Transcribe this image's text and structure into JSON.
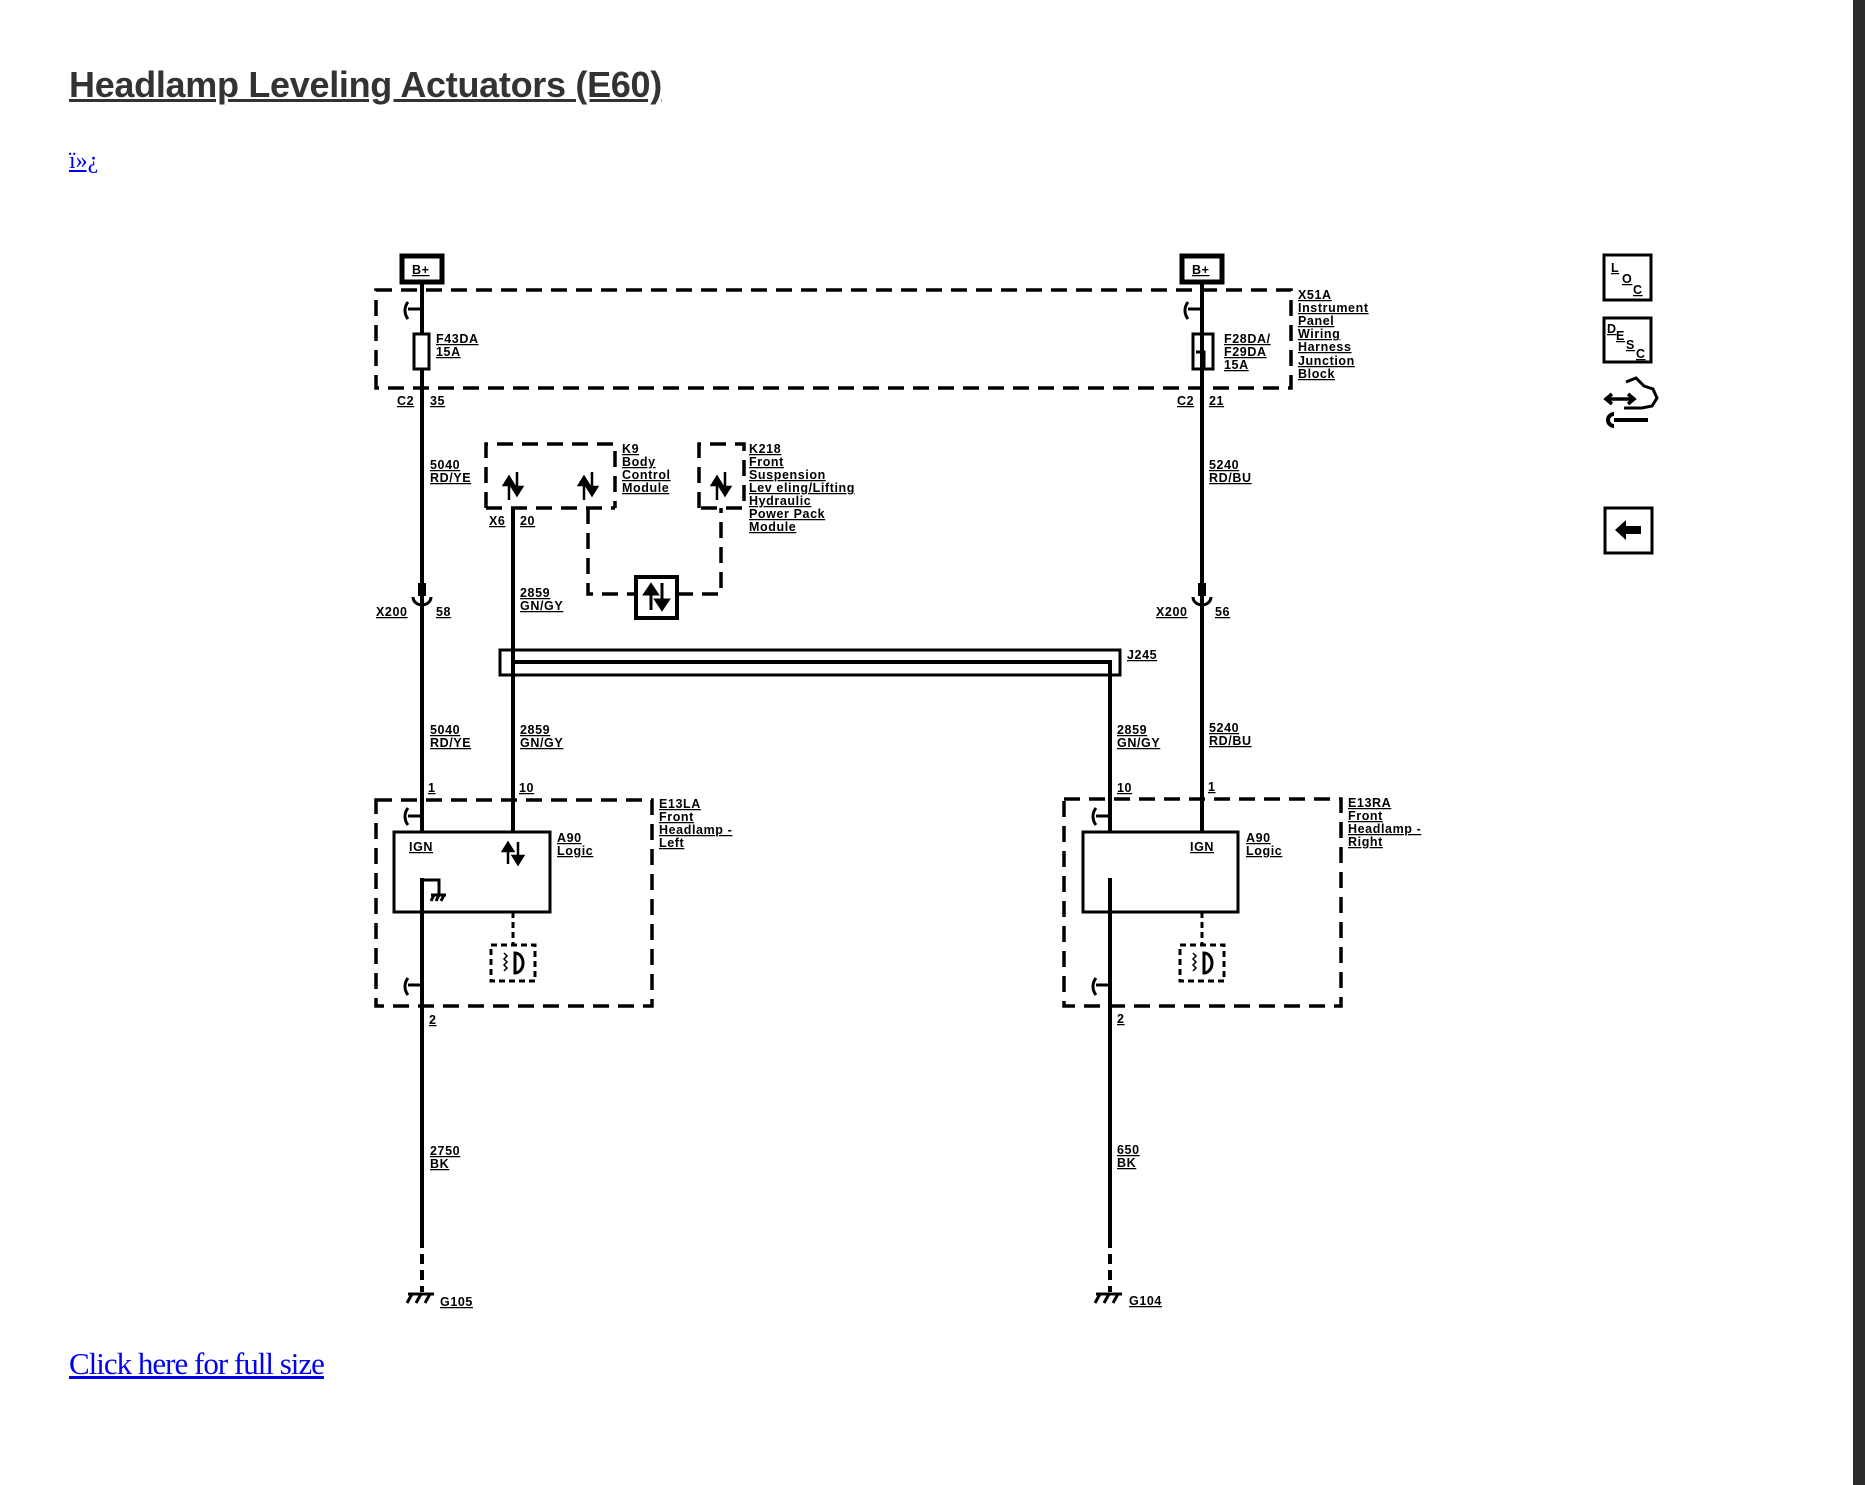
{
  "page": {
    "title": "Headlamp Leveling Actuators (E60)",
    "bom_link": "ï»¿",
    "full_size_link": "Click here for full size"
  },
  "diagram": {
    "power_left": "B+",
    "power_right": "B+",
    "fuse_left": [
      "F43DA",
      "15A"
    ],
    "fuse_right": [
      "F28DA/",
      "F29DA",
      "15A"
    ],
    "junction_block": [
      "X51A",
      "Instrument",
      "Panel",
      "Wiring",
      "Harness",
      "Junction",
      "Block"
    ],
    "conn_c2_left": {
      "connector": "C2",
      "pin": "35"
    },
    "conn_c2_right": {
      "connector": "C2",
      "pin": "21"
    },
    "wire_5040": [
      "5040",
      "RD/YE"
    ],
    "wire_5240": [
      "5240",
      "RD/BU"
    ],
    "wire_2859": [
      "2859",
      "GN/GY"
    ],
    "wire_2750": [
      "2750",
      "BK"
    ],
    "wire_650": [
      "650",
      "BK"
    ],
    "bcm": [
      "K9",
      "Body",
      "Control",
      "Module"
    ],
    "bcm_conn": {
      "connector": "X6",
      "pin": "20"
    },
    "k218": [
      "K218",
      "Front",
      "Suspension",
      "Lev eling/Lifting",
      "Hydraulic",
      "Power Pack",
      "Module"
    ],
    "x200_left": {
      "connector": "X200",
      "pin": "58"
    },
    "x200_right": {
      "connector": "X200",
      "pin": "56"
    },
    "splice": "J245",
    "pin_1": "1",
    "pin_10": "10",
    "pin_2": "2",
    "left_headlamp": [
      "E13LA",
      "Front",
      "Headlamp -",
      "Left"
    ],
    "right_headlamp": [
      "E13RA",
      "Front",
      "Headlamp -",
      "Right"
    ],
    "a90": [
      "A90",
      "Logic"
    ],
    "ign": "IGN",
    "ground_left": "G105",
    "ground_right": "G104"
  },
  "side_nav": {
    "loc": [
      "L",
      "O",
      "C"
    ],
    "desc": [
      "D",
      "E",
      "S",
      "C"
    ]
  }
}
